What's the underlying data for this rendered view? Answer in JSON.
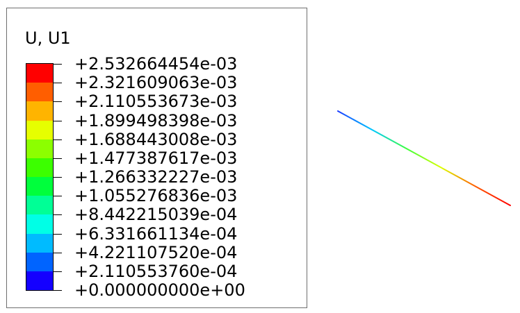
{
  "legend": {
    "title": "U, U1",
    "labels": [
      "+2.532664454e-03",
      "+2.321609063e-03",
      "+2.110553673e-03",
      "+1.899498398e-03",
      "+1.688443008e-03",
      "+1.477387617e-03",
      "+1.266332227e-03",
      "+1.055276836e-03",
      "+8.442215039e-04",
      "+6.331661134e-04",
      "+4.221107520e-04",
      "+2.110553760e-04",
      "+0.000000000e+00"
    ],
    "band_colors": [
      "#ff0000",
      "#ff5e00",
      "#ffb400",
      "#e6ff00",
      "#8cff00",
      "#3cff00",
      "#00ff3c",
      "#00ff96",
      "#00ffe6",
      "#00bbff",
      "#0064ff",
      "#1400ff"
    ]
  },
  "model": {
    "line_colors": [
      "#1a3cff",
      "#00c8ff",
      "#3cff3c",
      "#dcff00",
      "#ff5a00",
      "#ff0000"
    ]
  }
}
